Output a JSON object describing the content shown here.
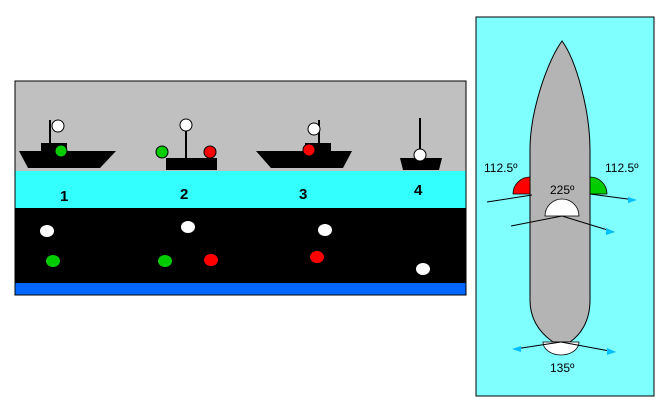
{
  "boats": [
    {
      "number": "1",
      "day_lights": [
        "white",
        "green"
      ],
      "night_lights": [
        "white",
        "green"
      ]
    },
    {
      "number": "2",
      "day_lights": [
        "white",
        "green",
        "red"
      ],
      "night_lights": [
        "white",
        "green",
        "red"
      ]
    },
    {
      "number": "3",
      "day_lights": [
        "white",
        "red"
      ],
      "night_lights": [
        "white",
        "red"
      ]
    },
    {
      "number": "4",
      "day_lights": [
        "white"
      ],
      "night_lights": [
        "white"
      ]
    }
  ],
  "sectors": {
    "port_label": "112.5º",
    "starboard_label": "112.5º",
    "masthead_label": "225º",
    "stern_label": "135º"
  },
  "colors": {
    "sky": "#c0c0c0",
    "water": "#33ffff",
    "night": "#000000",
    "deep_water": "#0066ff",
    "hull_top_view": "#b4b4b4",
    "red_light": "#ff0000",
    "green_light": "#00cc00",
    "white_light": "#ffffff",
    "ray": "#00bfff"
  }
}
